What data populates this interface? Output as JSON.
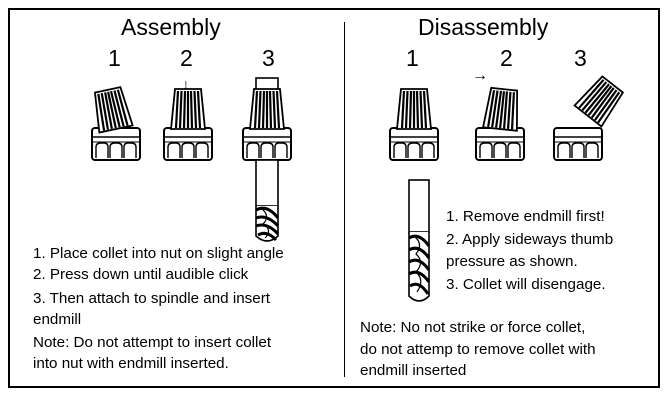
{
  "assembly": {
    "title": "Assembly",
    "steps": [
      "1",
      "2",
      "3"
    ],
    "arrow": "↓",
    "instructions": [
      "1. Place collet into nut on slight angle",
      "2. Press down until audible click",
      "3. Then attach to spindle and insert",
      "endmill"
    ],
    "note": [
      "Note: Do not attempt to insert collet",
      "into nut with endmill inserted."
    ]
  },
  "disassembly": {
    "title": "Disassembly",
    "steps": [
      "1",
      "2",
      "3"
    ],
    "arrow": "→",
    "instructions": [
      "1. Remove endmill first!",
      "2. Apply sideways thumb",
      "pressure as shown.",
      "3. Collet will disengage."
    ],
    "note": [
      "Note: No not strike or force collet,",
      "do not attemp to remove collet with",
      "endmill inserted"
    ]
  }
}
